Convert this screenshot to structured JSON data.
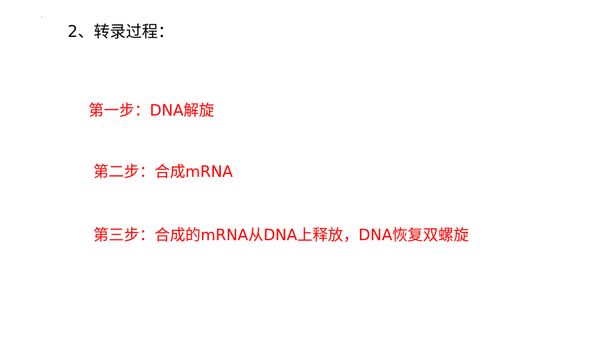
{
  "slide": {
    "heading": "2、转录过程：",
    "steps": [
      "第一步：DNA解旋",
      "第二步：合成mRNA",
      "第三步：合成的mRNA从DNA上释放，DNA恢复双螺旋"
    ]
  },
  "colors": {
    "heading": "#000000",
    "step_text": "#ff0000",
    "background": "#ffffff"
  }
}
